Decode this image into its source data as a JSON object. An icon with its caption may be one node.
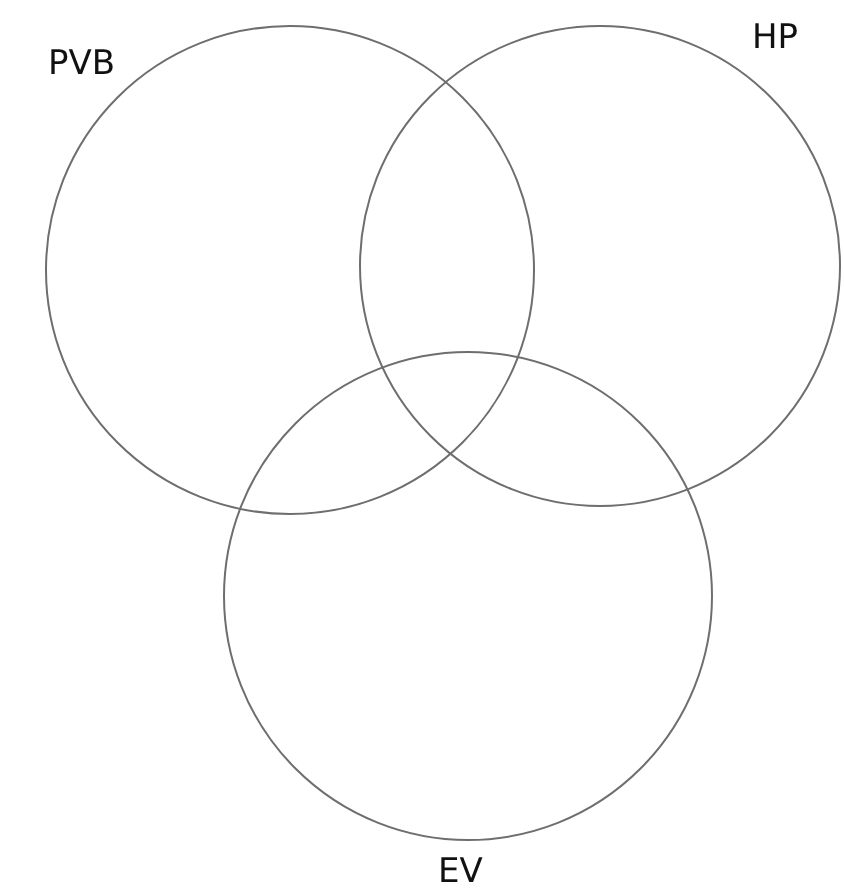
{
  "diagram": {
    "nodes": [
      {
        "text": [
          "PVB"
        ]
      },
      {
        "text": [
          "HP"
        ]
      },
      {
        "text": [
          "EV"
        ]
      }
    ]
  }
}
